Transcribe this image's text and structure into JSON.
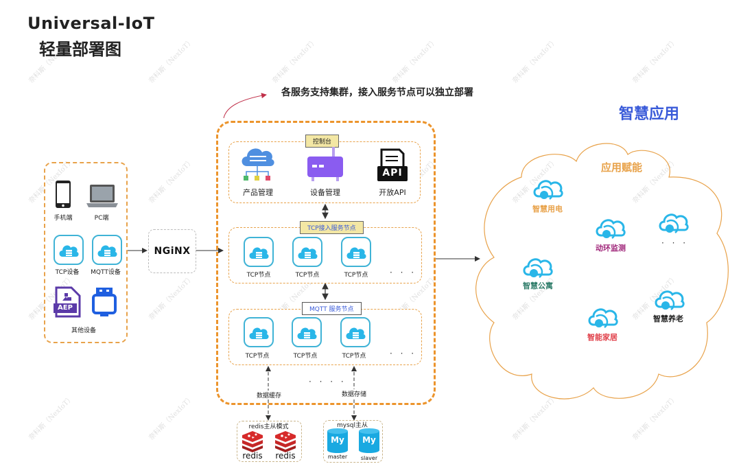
{
  "title": {
    "line1": "Universal-IoT",
    "line2": "轻量部署图"
  },
  "cluster_note": "各服务支持集群，接入服务节点可以独立部署",
  "clients": {
    "mobile": "手机端",
    "pc": "PC端",
    "tcp_device": "TCP设备",
    "mqtt_device": "MQTT设备",
    "aep_icon_text": "AEP",
    "other_devices": "其他设备"
  },
  "gateway": {
    "label": "NGiNX"
  },
  "console": {
    "tag": "控制台",
    "items": [
      {
        "label": "产品管理",
        "icon": "cloud-network-icon"
      },
      {
        "label": "设备管理",
        "icon": "router-icon"
      },
      {
        "label": "开放API",
        "icon": "api-document-icon",
        "icon_text": "API"
      }
    ]
  },
  "tcp_service": {
    "tag": "TCP接入服务节点",
    "nodes": [
      "TCP节点",
      "TCP节点",
      "TCP节点"
    ],
    "more": "· · ·"
  },
  "mqtt_service": {
    "tag": "MQTT 服务节点",
    "nodes": [
      "TCP节点",
      "TCP节点",
      "TCP节点"
    ],
    "more": "· · ·"
  },
  "inner_more": "· · · ·",
  "storage": {
    "cache_label": "数据缓存",
    "store_label": "数据存储",
    "redis": {
      "title": "redis主从模式",
      "instances": [
        "redis",
        "redis"
      ]
    },
    "mysql": {
      "title": "mysql主从",
      "icon_text": "My",
      "instances": [
        "master",
        "slaver"
      ]
    }
  },
  "smart_apps": {
    "title": "智慧应用",
    "cloud_title": "应用赋能",
    "apps": [
      {
        "label": "智慧用电",
        "color": "#e8a24a"
      },
      {
        "label": "动环监测",
        "color": "#a0267a"
      },
      {
        "label": "智慧公寓",
        "color": "#2f7d6a"
      },
      {
        "label": "智能家居",
        "color": "#e0404a"
      },
      {
        "label": "智慧养老",
        "color": "#222222"
      },
      {
        "label": "· · ·",
        "color": "#333333"
      }
    ]
  },
  "watermark_text": "奈科斯（NexIoT）",
  "colors": {
    "accent_orange": "#ec942c",
    "title_blue": "#3a5bd9",
    "icon_cyan": "#29b6e8",
    "redis_red": "#d62a2a",
    "mysql_blue": "#19a9e1"
  }
}
